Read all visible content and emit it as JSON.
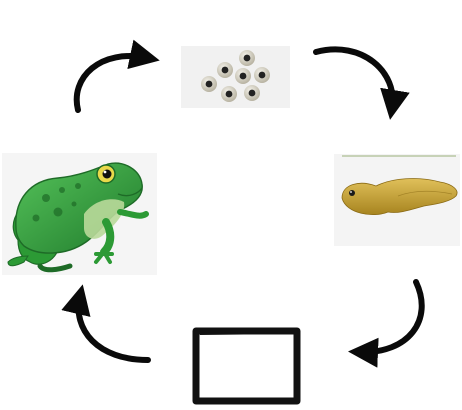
{
  "diagram": {
    "type": "cycle",
    "stages": [
      {
        "id": "eggs",
        "icon": "frog-eggs-image"
      },
      {
        "id": "tadpole",
        "icon": "tadpole-image"
      },
      {
        "id": "missing-stage",
        "icon": "empty-answer-box"
      },
      {
        "id": "adult-frog",
        "icon": "frog-image"
      }
    ],
    "arrows": [
      {
        "from": "adult-frog",
        "to": "eggs"
      },
      {
        "from": "eggs",
        "to": "tadpole"
      },
      {
        "from": "tadpole",
        "to": "missing-stage"
      },
      {
        "from": "missing-stage",
        "to": "adult-frog"
      }
    ],
    "colors": {
      "arrow": "#0a0a0a",
      "frog": "#2f9a3a",
      "frog_dark": "#1e6b27",
      "frog_light": "#b9d99a",
      "tadpole": "#c9a435",
      "egg_shell": "#d9d6c8",
      "egg_center": "#222222",
      "card_bg": "#f1f1f1",
      "box_stroke": "#111111"
    }
  }
}
